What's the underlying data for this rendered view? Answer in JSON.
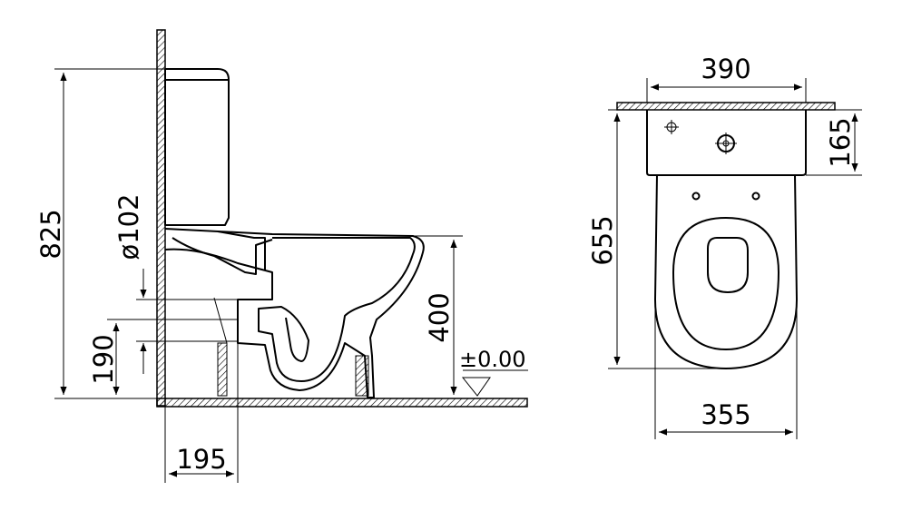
{
  "dimensions": {
    "tank_top_height": "825",
    "outlet_diameter": "ø102",
    "outlet_height": "190",
    "outlet_wall_distance": "195",
    "rim_height": "400",
    "floor_level": "±0.00",
    "top_width": "390",
    "tank_depth": "165",
    "overall_length": "655",
    "bowl_width": "355"
  }
}
